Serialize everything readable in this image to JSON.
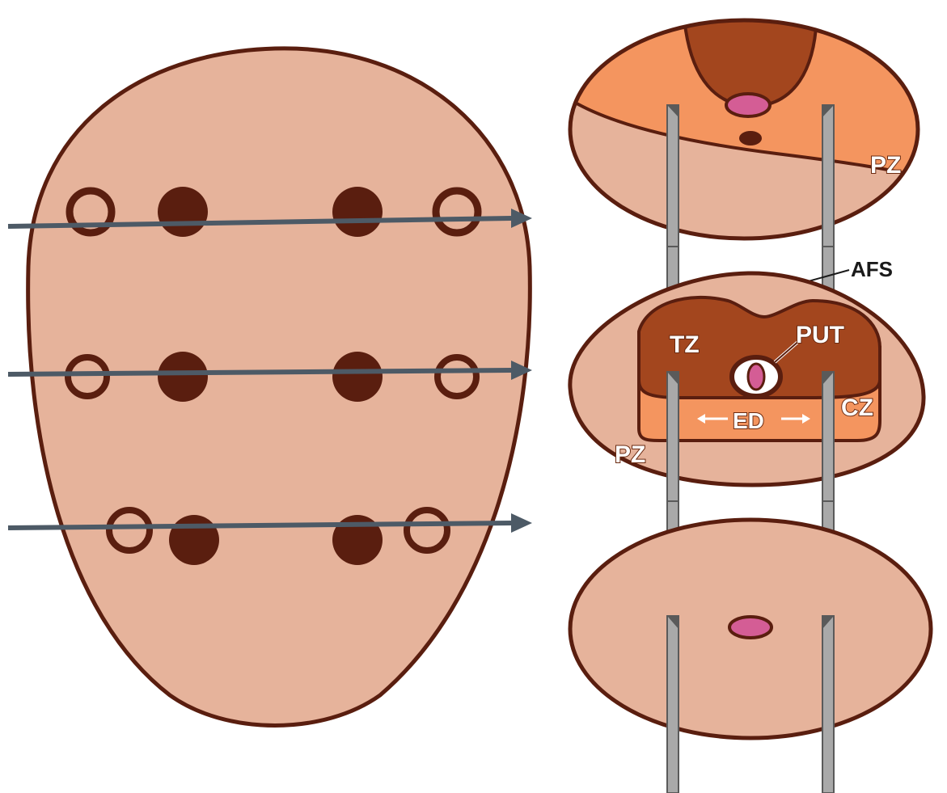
{
  "colors": {
    "tissue": "#e6b39b",
    "outline": "#5a1e0f",
    "dark_core": "#a3461e",
    "orange_zone": "#f4955f",
    "urethra": "#d45d95",
    "needle": "#a9a9a9",
    "arrow": "#4d5a66"
  },
  "labels": {
    "pz_top": "PZ",
    "afs": "AFS",
    "tz": "TZ",
    "put": "PUT",
    "cz": "CZ",
    "ed": "ED",
    "pz_mid": "PZ"
  },
  "left_panel": {
    "core_rows": [
      {
        "row": 1,
        "outer_cores": "open",
        "inner_cores": "filled"
      },
      {
        "row": 2,
        "outer_cores": "open",
        "inner_cores": "filled"
      },
      {
        "row": 3,
        "outer_cores": "open",
        "inner_cores": "filled"
      }
    ]
  }
}
